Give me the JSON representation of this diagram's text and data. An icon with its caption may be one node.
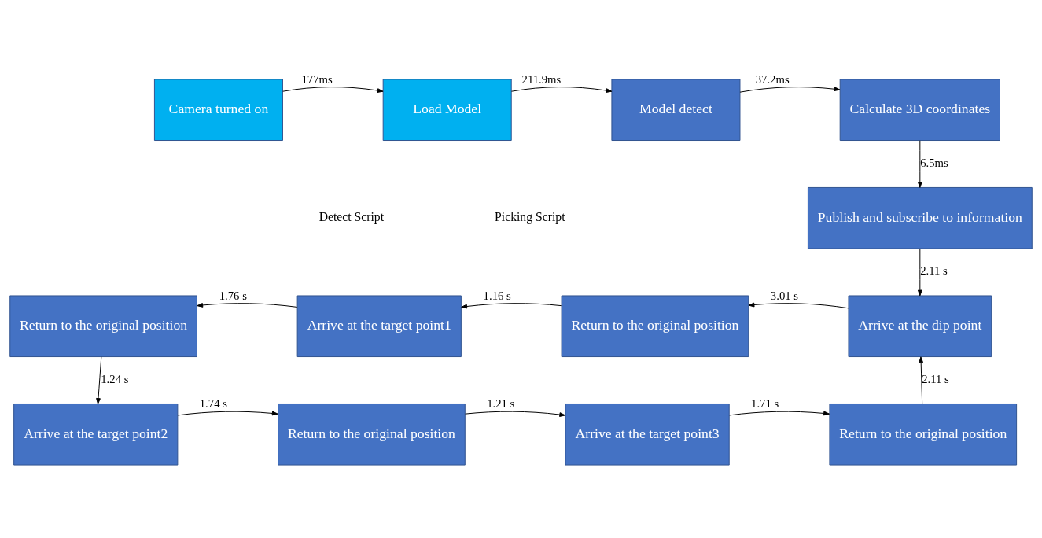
{
  "diagram": {
    "nodes": [
      {
        "text": [
          "Camera turned on"
        ]
      },
      {
        "text": [
          "Load Model"
        ]
      },
      {
        "text": [
          "Model detect"
        ]
      },
      {
        "text": [
          "Calculate 3D coordinates"
        ]
      },
      {
        "text": [
          "Publish and subscribe to information"
        ]
      },
      {
        "text": [
          "Arrive at the dip point"
        ]
      },
      {
        "text": [
          "Return to the original position"
        ]
      },
      {
        "text": [
          "Arrive at the target point1"
        ]
      },
      {
        "text": [
          "Return to the original position"
        ]
      },
      {
        "text": [
          "Arrive at the target point2"
        ]
      },
      {
        "text": [
          "Return to the original position"
        ]
      },
      {
        "text": [
          "Arrive at the target point3"
        ]
      },
      {
        "text": [
          "Return to the original position"
        ]
      }
    ],
    "edges": [
      {
        "from": 0,
        "to": 1,
        "arrow": "to",
        "label": "177ms"
      },
      {
        "from": 1,
        "to": 2,
        "arrow": "to",
        "label": "211.9ms"
      },
      {
        "from": 2,
        "to": 3,
        "arrow": "to",
        "label": "37.2ms"
      },
      {
        "from": 3,
        "to": 4,
        "arrow": "to",
        "label": "6.5ms"
      },
      {
        "from": 4,
        "to": 5,
        "arrow": "to",
        "label": "2.11 s"
      },
      {
        "from": 5,
        "to": 6,
        "arrow": "to",
        "label": "3.01 s"
      },
      {
        "from": 6,
        "to": 7,
        "arrow": "to",
        "label": "1.16 s"
      },
      {
        "from": 7,
        "to": 8,
        "arrow": "to",
        "label": "1.76 s"
      },
      {
        "from": 8,
        "to": 9,
        "arrow": "to",
        "label": "1.24 s"
      },
      {
        "from": 9,
        "to": 10,
        "arrow": "to",
        "label": "1.74 s"
      },
      {
        "from": 10,
        "to": 11,
        "arrow": "to",
        "label": "1.21 s"
      },
      {
        "from": 11,
        "to": 12,
        "arrow": "to",
        "label": "1.71 s"
      },
      {
        "from": 12,
        "to": 5,
        "arrow": "to",
        "label": "2.11 s"
      }
    ],
    "labels": [
      "Detect Script",
      "Picking Script"
    ]
  }
}
